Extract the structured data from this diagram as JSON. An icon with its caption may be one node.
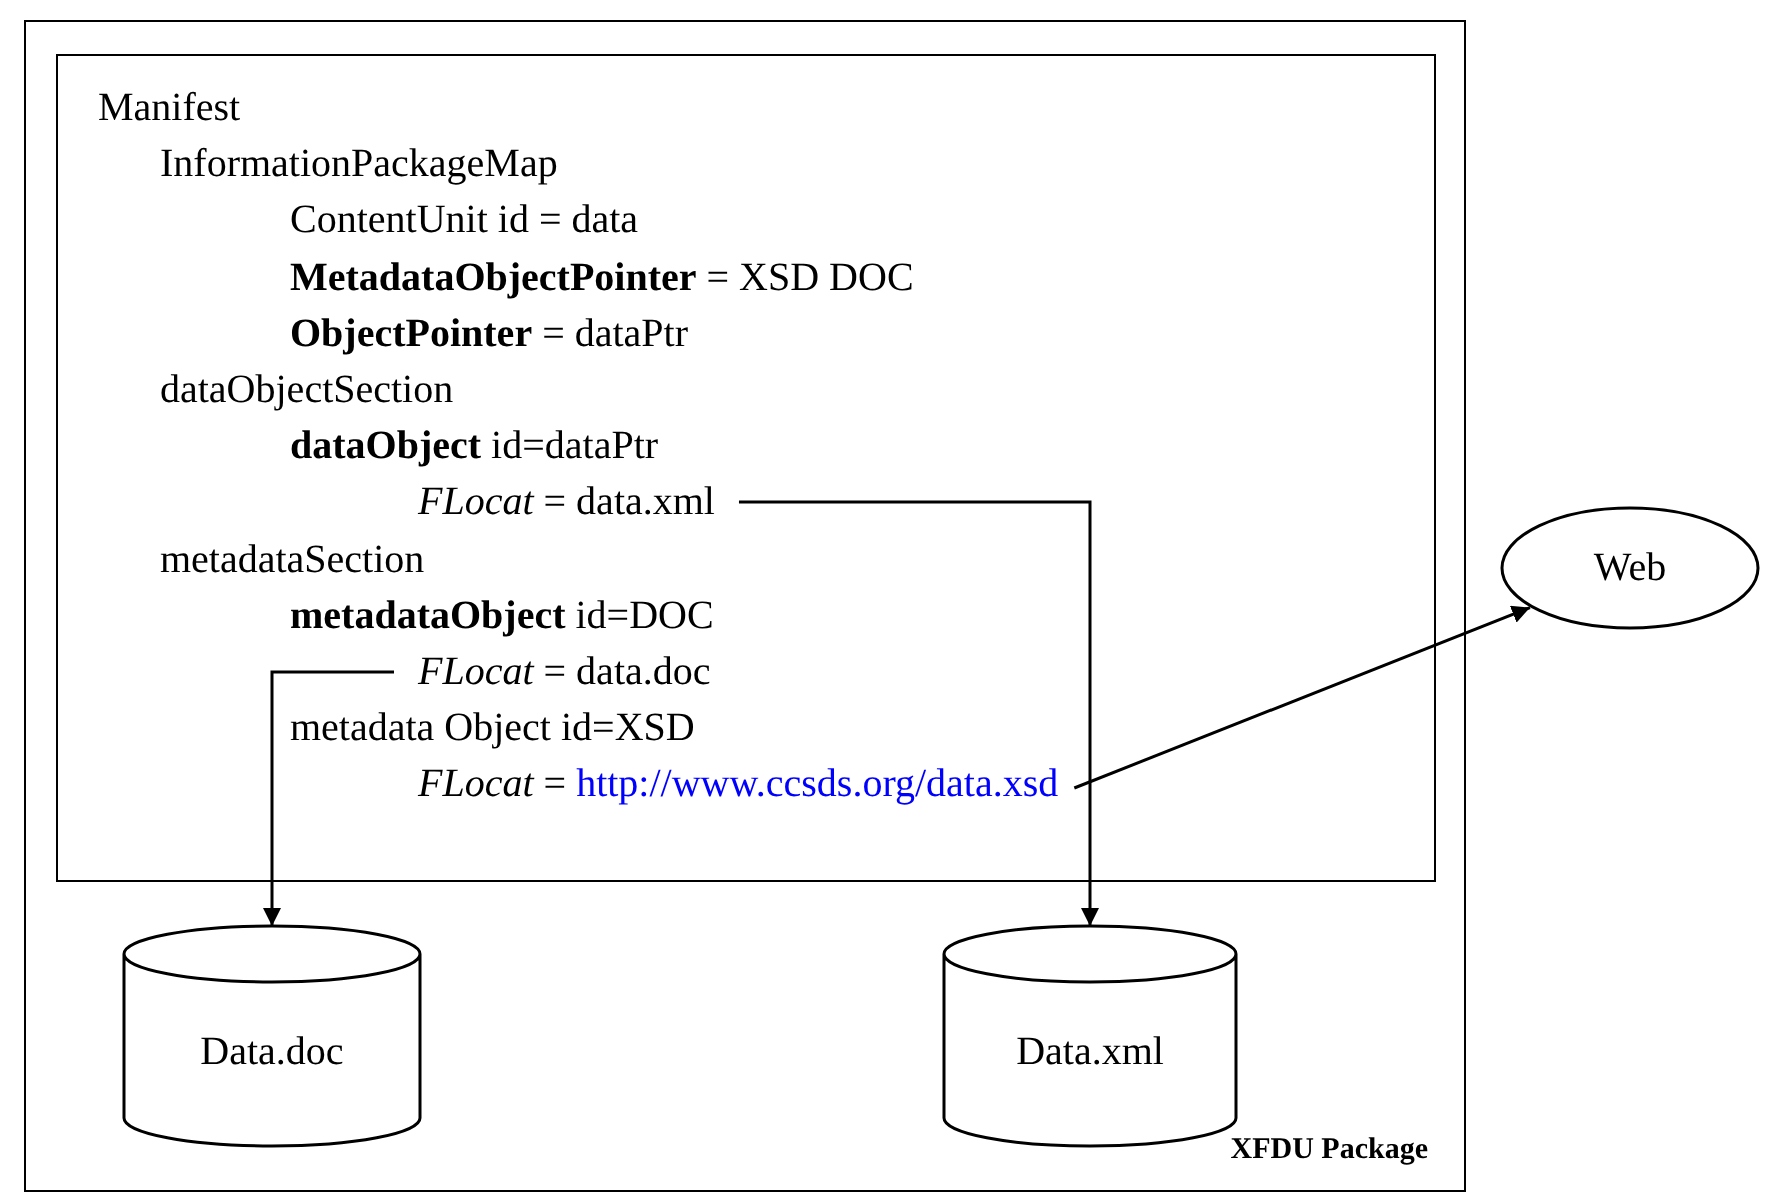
{
  "diagram": {
    "nodes": [
      {
        "text": [
          "XFDU Package"
        ]
      },
      {
        "text": [
          "Manifest",
          "InformationPackageMap",
          "ContentUnit id = data",
          "**MetadataObjectPointer** = XSD DOC",
          "**ObjectPointer** = dataPtr",
          "dataObjectSection",
          "**dataObject** id=dataPtr",
          "metadataSection",
          "**metadataObject** id=DOC",
          "metadata Object id=XSD"
        ],
        "in": 0
      },
      {
        "text": [
          "*FLocat* = data.xml"
        ],
        "in": 1
      },
      {
        "text": [
          "*FLocat* = data.doc"
        ],
        "in": 1
      },
      {
        "text": [
          "*FLocat* =",
          "http://www.ccsds.org/data.xsd"
        ],
        "in": 1
      },
      {
        "text": [
          "Data.doc"
        ],
        "in": 0
      },
      {
        "text": [
          "Data.xml"
        ],
        "in": 0
      },
      {
        "text": [
          "Web"
        ]
      }
    ],
    "edges": [
      {
        "from": 2,
        "to": 6,
        "arrow": "to"
      },
      {
        "from": 3,
        "to": 5,
        "arrow": "to"
      },
      {
        "from": 4,
        "to": 7,
        "arrow": "to"
      }
    ]
  }
}
